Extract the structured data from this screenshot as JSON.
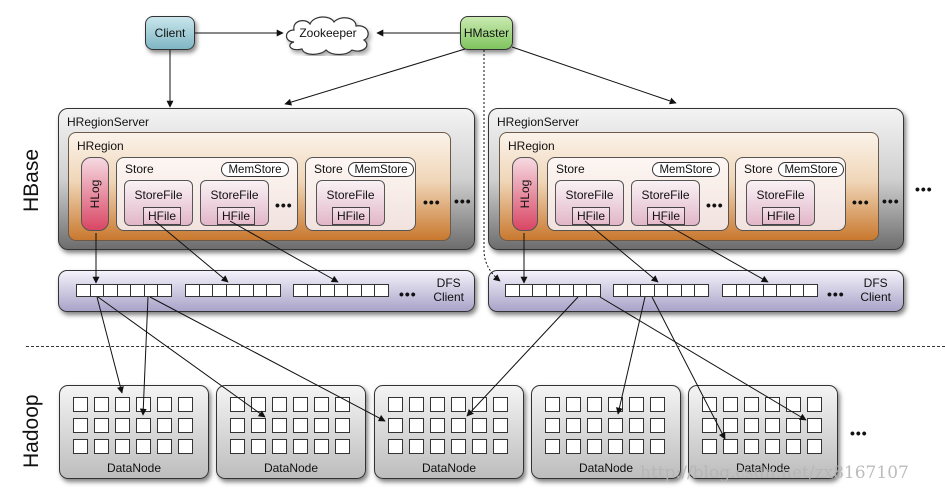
{
  "side_labels": {
    "hbase": "HBase",
    "hadoop": "Hadoop"
  },
  "top": {
    "client": "Client",
    "zookeeper": "Zookeeper",
    "hmaster": "HMaster"
  },
  "region_servers": [
    {
      "title": "HRegionServer",
      "region_title": "HRegion",
      "hlog": "HLog",
      "stores": [
        {
          "title": "Store",
          "memstore": "MemStore",
          "storefiles": [
            {
              "label": "StoreFile",
              "hfile": "HFile"
            },
            {
              "label": "StoreFile",
              "hfile": "HFile"
            }
          ],
          "more": "•••"
        },
        {
          "title": "Store",
          "memstore": "MemStore",
          "storefiles": [
            {
              "label": "StoreFile",
              "hfile": "HFile"
            }
          ]
        }
      ],
      "more_stores": "•••",
      "more_regions": "•••",
      "dfs_client": {
        "line1": "DFS",
        "line2": "Client",
        "more": "•••"
      }
    },
    {
      "title": "HRegionServer",
      "region_title": "HRegion",
      "hlog": "HLog",
      "stores": [
        {
          "title": "Store",
          "memstore": "MemStore",
          "storefiles": [
            {
              "label": "StoreFile",
              "hfile": "HFile"
            },
            {
              "label": "StoreFile",
              "hfile": "HFile"
            }
          ],
          "more": "•••"
        },
        {
          "title": "Store",
          "memstore": "MemStore",
          "storefiles": [
            {
              "label": "StoreFile",
              "hfile": "HFile"
            }
          ]
        }
      ],
      "more_stores": "•••",
      "more_regions": "•••",
      "dfs_client": {
        "line1": "DFS",
        "line2": "Client",
        "more": "•••"
      }
    }
  ],
  "more_servers": "•••",
  "datanodes": [
    {
      "label": "DataNode"
    },
    {
      "label": "DataNode"
    },
    {
      "label": "DataNode"
    },
    {
      "label": "DataNode"
    },
    {
      "label": "DataNode"
    }
  ],
  "more_datanodes": "•••",
  "watermark": "http://blog.csdn.net/zx8167107"
}
